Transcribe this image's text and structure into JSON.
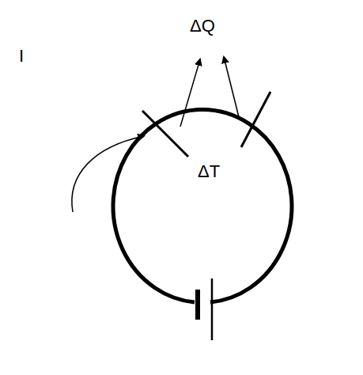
{
  "diagram": {
    "labels": [
      "ΔQ",
      "I",
      "ΔT"
    ]
  }
}
